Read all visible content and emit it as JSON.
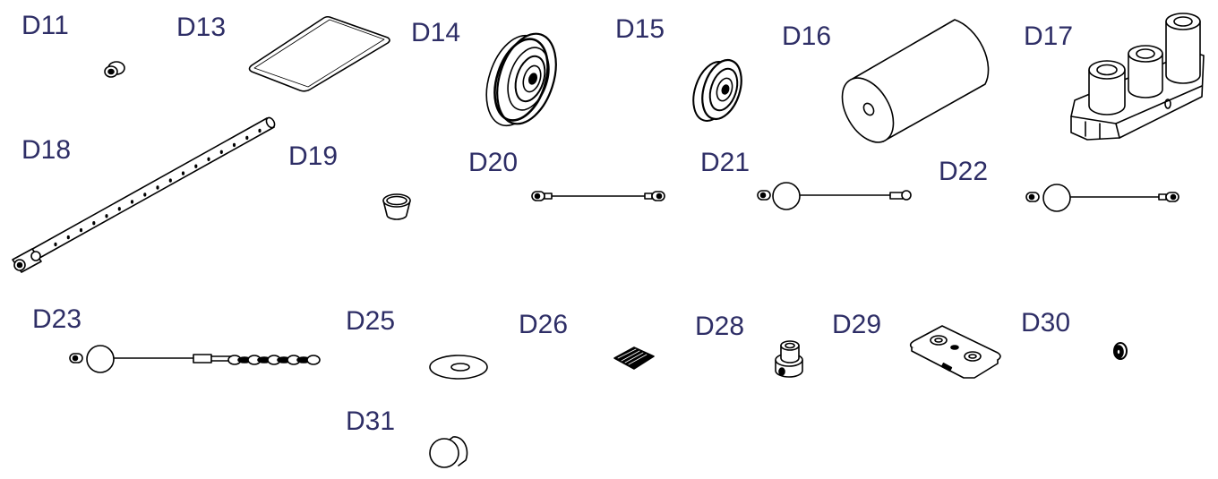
{
  "labels": {
    "d11": "D11",
    "d13": "D13",
    "d14": "D14",
    "d15": "D15",
    "d16": "D16",
    "d17": "D17",
    "d18": "D18",
    "d19": "D19",
    "d20": "D20",
    "d21": "D21",
    "d22": "D22",
    "d23": "D23",
    "d25": "D25",
    "d26": "D26",
    "d28": "D28",
    "d29": "D29",
    "d30": "D30",
    "d31": "D31"
  },
  "colors": {
    "label_text": "#2e2e66",
    "line_art": "#000000",
    "background": "#ffffff"
  }
}
